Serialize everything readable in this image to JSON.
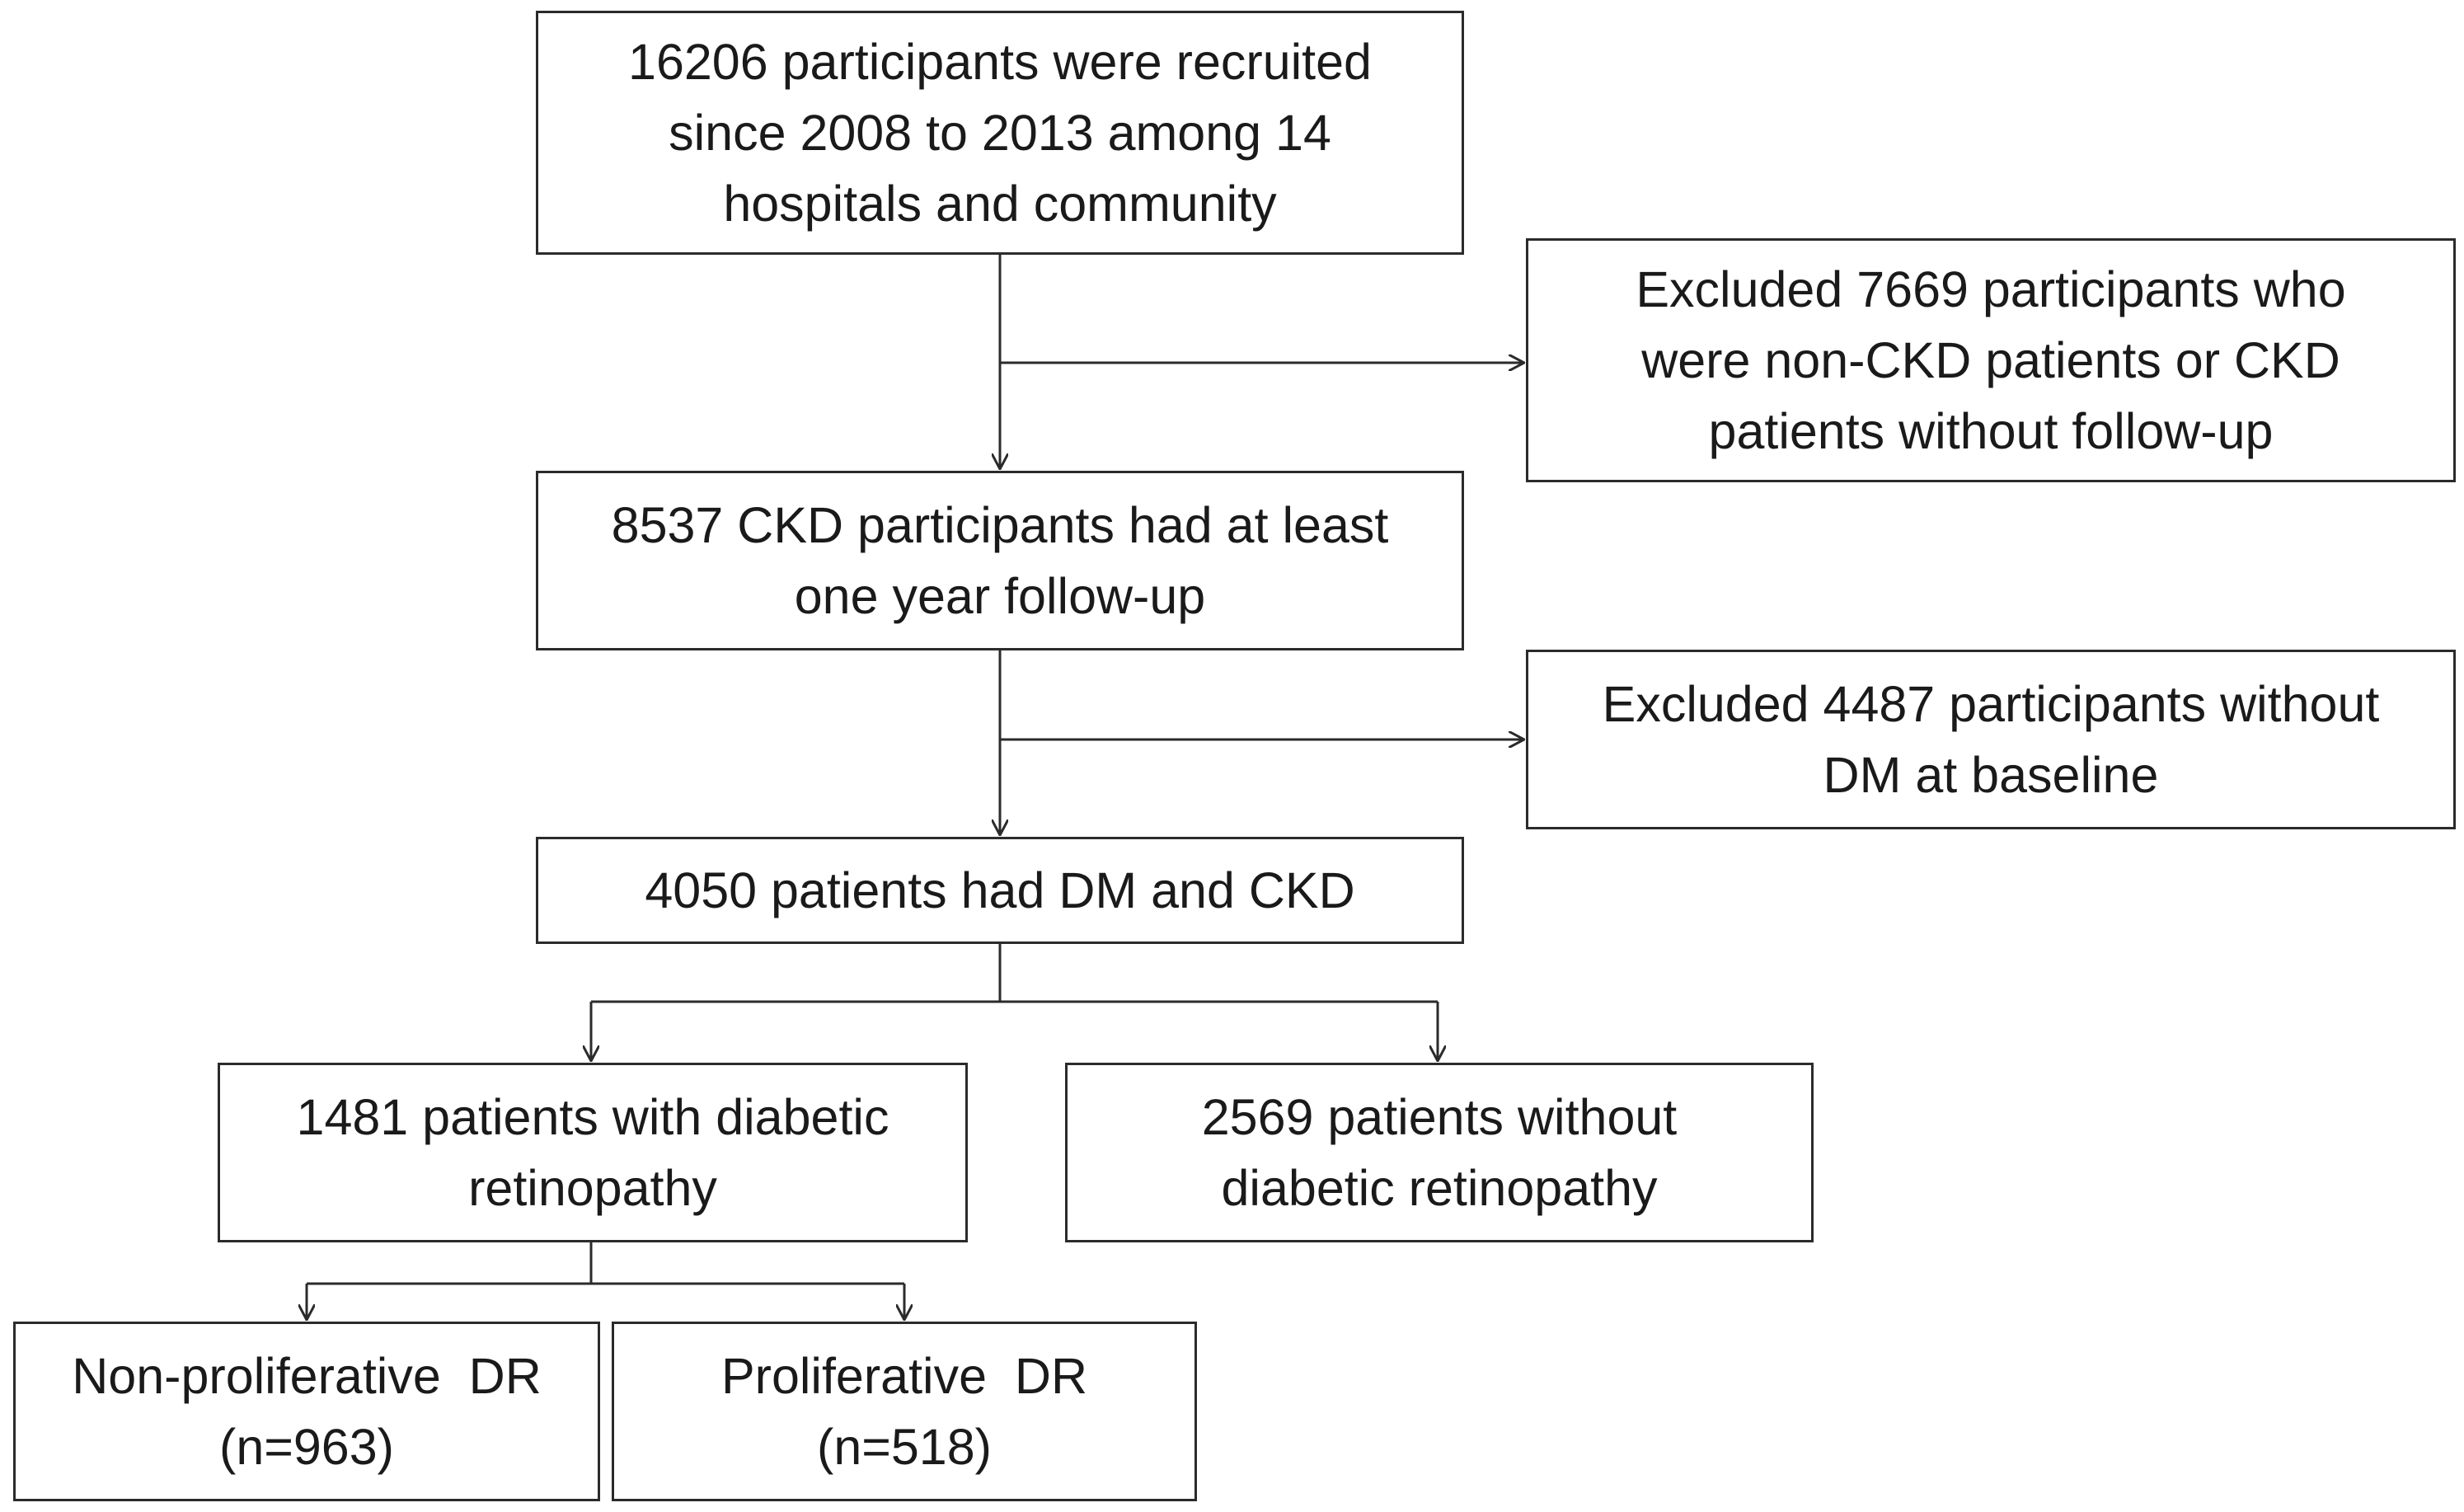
{
  "colors": {
    "line": "#2b2b2b",
    "border": "#2b2b2b",
    "text": "#1a1a1a",
    "background": "#ffffff"
  },
  "boxes": {
    "recruited": {
      "lines": [
        "16206 participants were recruited",
        "since 2008 to 2013 among 14",
        "hospitals and community"
      ]
    },
    "excluded_non_ckd": {
      "lines": [
        "Excluded 7669 participants who",
        "were non-CKD patients or CKD",
        "patients without follow-up"
      ]
    },
    "ckd_followup": {
      "lines": [
        "8537 CKD participants had at least",
        "one year follow-up"
      ]
    },
    "excluded_no_dm": {
      "lines": [
        "Excluded 4487 participants without",
        "DM at baseline"
      ]
    },
    "dm_and_ckd": {
      "lines": [
        "4050 patients had DM and CKD"
      ]
    },
    "with_dr": {
      "lines": [
        "1481 patients with diabetic",
        "retinopathy"
      ]
    },
    "without_dr": {
      "lines": [
        "2569 patients without",
        "diabetic retinopathy"
      ]
    },
    "npdr": {
      "lines": [
        "Non-proliferative  DR",
        "(n=963)"
      ]
    },
    "pdr": {
      "lines": [
        "Proliferative  DR",
        "(n=518)"
      ]
    }
  }
}
